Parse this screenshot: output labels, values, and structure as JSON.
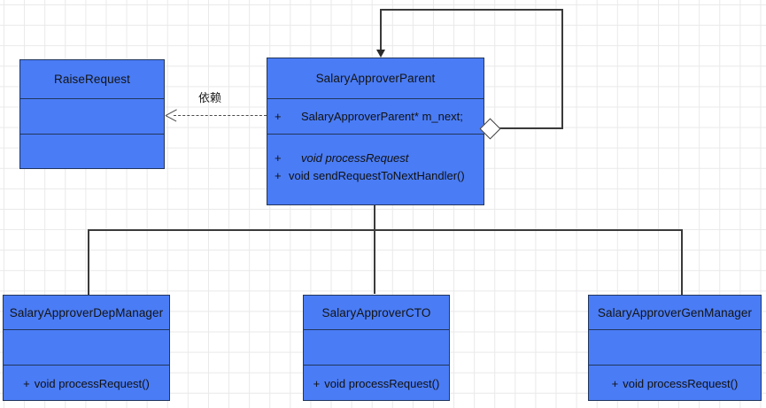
{
  "diagram": {
    "type": "uml-class-diagram",
    "background": "#ffffff",
    "grid_color": "#e9e9e9",
    "class_fill": "#4a7cf5",
    "class_border": "#21365c",
    "connector_color": "#3a3a3a"
  },
  "classes": {
    "raise_request": {
      "name": "RaiseRequest",
      "attributes": [],
      "operations": []
    },
    "salary_approver_parent": {
      "name": "SalaryApproverParent",
      "attributes": [
        {
          "visibility": "+",
          "signature": "SalaryApproverParent* m_next;",
          "abstract": false
        }
      ],
      "operations": [
        {
          "visibility": "+",
          "signature": "void processRequest",
          "abstract": true
        },
        {
          "visibility": "+",
          "signature": "void sendRequestToNextHandler()",
          "abstract": false
        }
      ]
    },
    "salary_approver_dep_manager": {
      "name": "SalaryApproverDepManager",
      "attributes": [],
      "operations": [
        {
          "visibility": "+",
          "signature": "void processRequest()",
          "abstract": false
        }
      ]
    },
    "salary_approver_cto": {
      "name": "SalaryApproverCTO",
      "attributes": [],
      "operations": [
        {
          "visibility": "+",
          "signature": "void processRequest()",
          "abstract": false
        }
      ]
    },
    "salary_approver_gen_manager": {
      "name": "SalaryApproverGenManager",
      "attributes": [],
      "operations": [
        {
          "visibility": "+",
          "signature": "void processRequest()",
          "abstract": false
        }
      ]
    }
  },
  "relationships": {
    "dependency": {
      "label": "依赖",
      "from": "SalaryApproverParent",
      "to": "RaiseRequest",
      "style": "dashed",
      "arrow": "open"
    },
    "aggregation": {
      "from": "SalaryApproverParent",
      "to": "SalaryApproverParent",
      "style": "solid",
      "source_marker": "hollow-diamond",
      "target_marker": "filled-arrow"
    },
    "generalizations": [
      {
        "from": "SalaryApproverDepManager",
        "to": "SalaryApproverParent"
      },
      {
        "from": "SalaryApproverCTO",
        "to": "SalaryApproverParent"
      },
      {
        "from": "SalaryApproverGenManager",
        "to": "SalaryApproverParent"
      }
    ]
  }
}
